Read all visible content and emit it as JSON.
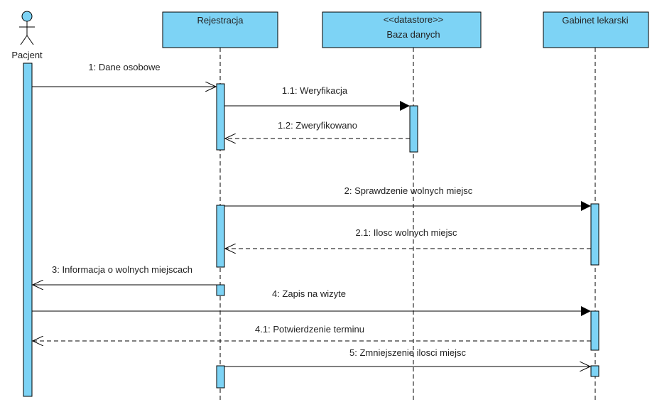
{
  "actor": {
    "name": "Pacjent"
  },
  "lifelines": [
    {
      "id": "rejestracja",
      "name": "Rejestracja",
      "stereotype": ""
    },
    {
      "id": "baza",
      "name": "Baza danych",
      "stereotype": "<<datastore>>"
    },
    {
      "id": "gabinet",
      "name": "Gabinet lekarski",
      "stereotype": ""
    }
  ],
  "messages": [
    {
      "id": "m1",
      "label": "1: Dane osobowe",
      "from": "pacjent",
      "to": "rejestracja",
      "kind": "sync-open"
    },
    {
      "id": "m11",
      "label": "1.1: Weryfikacja",
      "from": "rejestracja",
      "to": "baza",
      "kind": "sync"
    },
    {
      "id": "m12",
      "label": "1.2: Zweryfikowano",
      "from": "baza",
      "to": "rejestracja",
      "kind": "return"
    },
    {
      "id": "m2",
      "label": "2: Sprawdzenie wolnych miejsc",
      "from": "rejestracja",
      "to": "gabinet",
      "kind": "sync"
    },
    {
      "id": "m21",
      "label": "2.1: Ilosc wolnych miejsc",
      "from": "gabinet",
      "to": "rejestracja",
      "kind": "return"
    },
    {
      "id": "m3",
      "label": "3: Informacja o wolnych miejscach",
      "from": "rejestracja",
      "to": "pacjent",
      "kind": "sync-open"
    },
    {
      "id": "m4",
      "label": "4: Zapis na wizyte",
      "from": "pacjent",
      "to": "gabinet",
      "kind": "sync"
    },
    {
      "id": "m41",
      "label": "4.1: Potwierdzenie terminu",
      "from": "gabinet",
      "to": "pacjent",
      "kind": "return"
    },
    {
      "id": "m5",
      "label": "5: Zmniejszenie ilosci miejsc",
      "from": "rejestracja",
      "to": "gabinet",
      "kind": "sync-open"
    }
  ],
  "colors": {
    "fill": "#7dd3f5",
    "stroke": "#000000",
    "text": "#222222"
  }
}
